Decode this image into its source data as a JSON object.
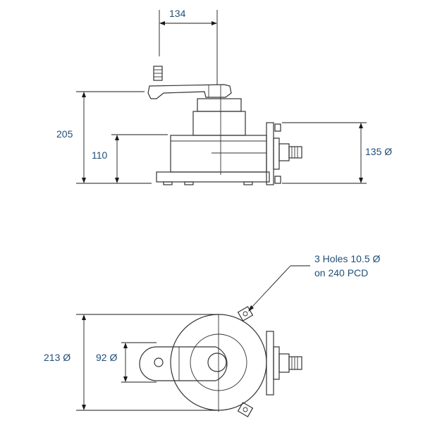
{
  "colors": {
    "dimension_text": "#1f4e79",
    "lines": "#333333"
  },
  "side_view": {
    "dim_top": "134",
    "dim_height_total": "205",
    "dim_height_base": "110",
    "dim_flange": "135 Ø"
  },
  "top_view": {
    "dim_diameter": "213 Ø",
    "dim_hub": "92 Ø",
    "note_line1": "3 Holes 10.5 Ø",
    "note_line2": "on 240 PCD"
  }
}
